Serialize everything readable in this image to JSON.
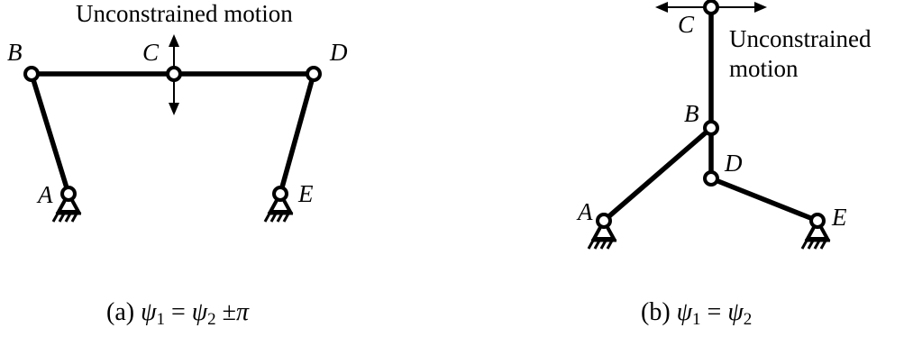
{
  "panel_a": {
    "labels": {
      "A": "A",
      "B": "B",
      "C": "C",
      "D": "D",
      "E": "E"
    },
    "annotation": "Unconstrained motion",
    "caption": {
      "prefix": "(a) ",
      "psi1": "ψ",
      "sub1": "1",
      "eq": " = ",
      "psi2": "ψ",
      "sub2": "2",
      "tail": " ±",
      "pi": "π"
    }
  },
  "panel_b": {
    "labels": {
      "A": "A",
      "B": "B",
      "C": "C",
      "D": "D",
      "E": "E"
    },
    "annotation_line1": "Unconstrained",
    "annotation_line2": "motion",
    "caption": {
      "prefix": "(b) ",
      "psi1": "ψ",
      "sub1": "1",
      "eq": " = ",
      "psi2": "ψ",
      "sub2": "2"
    }
  }
}
